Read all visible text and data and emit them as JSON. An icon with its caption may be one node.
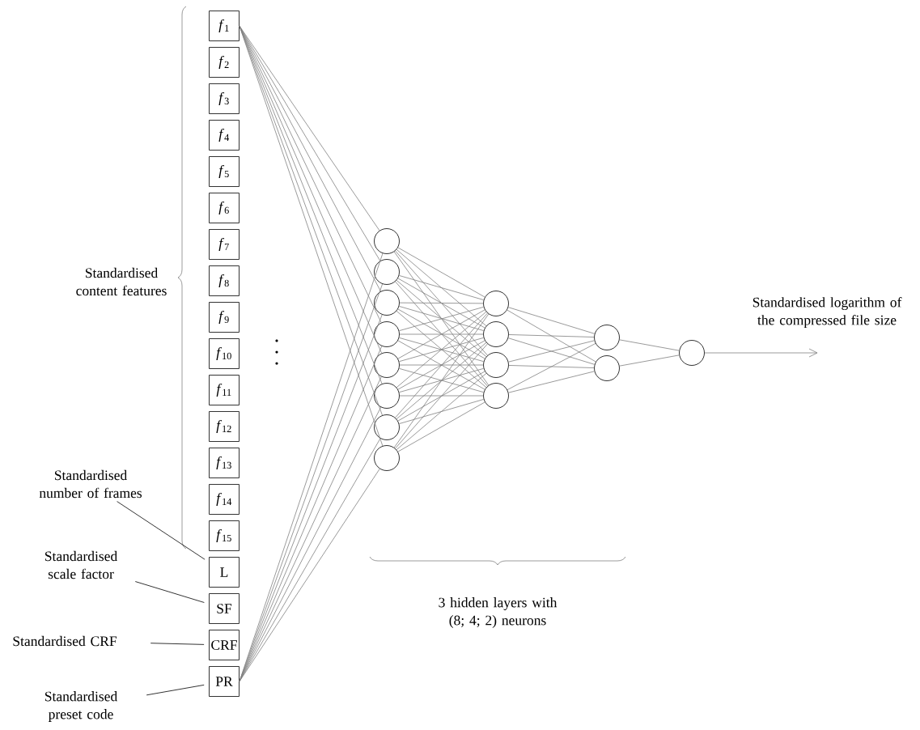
{
  "diagram": {
    "nodes": [
      {
        "text": [
          "*f*$_{1}$"
        ]
      },
      {
        "text": [
          "*f*$_{2}$"
        ]
      },
      {
        "text": [
          "*f*$_{3}$"
        ]
      },
      {
        "text": [
          "*f*$_{4}$"
        ]
      },
      {
        "text": [
          "*f*$_{5}$"
        ]
      },
      {
        "text": [
          "*f*$_{6}$"
        ]
      },
      {
        "text": [
          "*f*$_{7}$"
        ]
      },
      {
        "text": [
          "*f*$_{8}$"
        ]
      },
      {
        "text": [
          "*f*$_{9}$"
        ]
      },
      {
        "text": [
          "*f*$_{10}$"
        ]
      },
      {
        "text": [
          "*f*$_{11}$"
        ]
      },
      {
        "text": [
          "*f*$_{12}$"
        ]
      },
      {
        "text": [
          "*f*$_{13}$"
        ]
      },
      {
        "text": [
          "*f*$_{14}$"
        ]
      },
      {
        "text": [
          "*f*$_{15}$"
        ]
      },
      {
        "text": [
          "L"
        ]
      },
      {
        "text": [
          "SF"
        ]
      },
      {
        "text": [
          "CRF"
        ]
      },
      {
        "text": [
          "PR"
        ]
      },
      {
        "text": [],
        "shape": "circle"
      },
      {
        "text": [],
        "shape": "circle"
      },
      {
        "text": [],
        "shape": "circle"
      },
      {
        "text": [],
        "shape": "circle"
      },
      {
        "text": [],
        "shape": "circle"
      },
      {
        "text": [],
        "shape": "circle"
      },
      {
        "text": [],
        "shape": "circle"
      },
      {
        "text": [],
        "shape": "circle"
      },
      {
        "text": [],
        "shape": "circle"
      },
      {
        "text": [],
        "shape": "circle"
      },
      {
        "text": [],
        "shape": "circle"
      },
      {
        "text": [],
        "shape": "circle"
      },
      {
        "text": [],
        "shape": "circle"
      },
      {
        "text": [],
        "shape": "circle"
      },
      {
        "text": [],
        "shape": "circle"
      },
      {
        "text": [
          "Standardised number of frames"
        ]
      },
      {
        "text": [
          "Standardised scale factor"
        ]
      },
      {
        "text": [
          "Standardised CRF"
        ]
      },
      {
        "text": [
          "Standardised preset code"
        ]
      }
    ],
    "edges": [
      {
        "from": 0,
        "to": 19,
        "arrow": "none"
      },
      {
        "from": 0,
        "to": 20,
        "arrow": "none"
      },
      {
        "from": 0,
        "to": 21,
        "arrow": "none"
      },
      {
        "from": 0,
        "to": 22,
        "arrow": "none"
      },
      {
        "from": 0,
        "to": 23,
        "arrow": "none"
      },
      {
        "from": 0,
        "to": 24,
        "arrow": "none"
      },
      {
        "from": 0,
        "to": 25,
        "arrow": "none"
      },
      {
        "from": 0,
        "to": 26,
        "arrow": "none"
      },
      {
        "from": 18,
        "to": 19,
        "arrow": "none"
      },
      {
        "from": 18,
        "to": 20,
        "arrow": "none"
      },
      {
        "from": 18,
        "to": 21,
        "arrow": "none"
      },
      {
        "from": 18,
        "to": 22,
        "arrow": "none"
      },
      {
        "from": 18,
        "to": 23,
        "arrow": "none"
      },
      {
        "from": 18,
        "to": 24,
        "arrow": "none"
      },
      {
        "from": 18,
        "to": 25,
        "arrow": "none"
      },
      {
        "from": 18,
        "to": 26,
        "arrow": "none"
      },
      {
        "from": 19,
        "to": 27,
        "arrow": "none"
      },
      {
        "from": 19,
        "to": 28,
        "arrow": "none"
      },
      {
        "from": 19,
        "to": 29,
        "arrow": "none"
      },
      {
        "from": 19,
        "to": 30,
        "arrow": "none"
      },
      {
        "from": 20,
        "to": 27,
        "arrow": "none"
      },
      {
        "from": 20,
        "to": 28,
        "arrow": "none"
      },
      {
        "from": 20,
        "to": 29,
        "arrow": "none"
      },
      {
        "from": 20,
        "to": 30,
        "arrow": "none"
      },
      {
        "from": 21,
        "to": 27,
        "arrow": "none"
      },
      {
        "from": 21,
        "to": 28,
        "arrow": "none"
      },
      {
        "from": 21,
        "to": 29,
        "arrow": "none"
      },
      {
        "from": 21,
        "to": 30,
        "arrow": "none"
      },
      {
        "from": 22,
        "to": 27,
        "arrow": "none"
      },
      {
        "from": 22,
        "to": 28,
        "arrow": "none"
      },
      {
        "from": 22,
        "to": 29,
        "arrow": "none"
      },
      {
        "from": 22,
        "to": 30,
        "arrow": "none"
      },
      {
        "from": 23,
        "to": 27,
        "arrow": "none"
      },
      {
        "from": 23,
        "to": 28,
        "arrow": "none"
      },
      {
        "from": 23,
        "to": 29,
        "arrow": "none"
      },
      {
        "from": 23,
        "to": 30,
        "arrow": "none"
      },
      {
        "from": 24,
        "to": 27,
        "arrow": "none"
      },
      {
        "from": 24,
        "to": 28,
        "arrow": "none"
      },
      {
        "from": 24,
        "to": 29,
        "arrow": "none"
      },
      {
        "from": 24,
        "to": 30,
        "arrow": "none"
      },
      {
        "from": 25,
        "to": 27,
        "arrow": "none"
      },
      {
        "from": 25,
        "to": 28,
        "arrow": "none"
      },
      {
        "from": 25,
        "to": 29,
        "arrow": "none"
      },
      {
        "from": 25,
        "to": 30,
        "arrow": "none"
      },
      {
        "from": 26,
        "to": 27,
        "arrow": "none"
      },
      {
        "from": 26,
        "to": 28,
        "arrow": "none"
      },
      {
        "from": 26,
        "to": 29,
        "arrow": "none"
      },
      {
        "from": 26,
        "to": 30,
        "arrow": "none"
      },
      {
        "from": 27,
        "to": 31,
        "arrow": "none"
      },
      {
        "from": 27,
        "to": 32,
        "arrow": "none"
      },
      {
        "from": 28,
        "to": 31,
        "arrow": "none"
      },
      {
        "from": 28,
        "to": 32,
        "arrow": "none"
      },
      {
        "from": 29,
        "to": 31,
        "arrow": "none"
      },
      {
        "from": 29,
        "to": 32,
        "arrow": "none"
      },
      {
        "from": 30,
        "to": 31,
        "arrow": "none"
      },
      {
        "from": 30,
        "to": 32,
        "arrow": "none"
      },
      {
        "from": 31,
        "to": 33,
        "arrow": "none"
      },
      {
        "from": 32,
        "to": 33,
        "arrow": "none"
      },
      {
        "from": 33,
        "to": null,
        "arrow": "to"
      },
      {
        "from": 34,
        "to": 15,
        "arrow": "none",
        "color": "#000000"
      },
      {
        "from": 35,
        "to": 16,
        "arrow": "none",
        "color": "#000000"
      },
      {
        "from": 36,
        "to": 17,
        "arrow": "none",
        "color": "#000000"
      },
      {
        "from": 37,
        "to": 18,
        "arrow": "none",
        "color": "#000000"
      }
    ],
    "labels": [
      "Standardised content features",
      "Standardised logarithm of the compressed file size",
      "3 hidden layers with (8; 4; 2) neurons"
    ]
  }
}
